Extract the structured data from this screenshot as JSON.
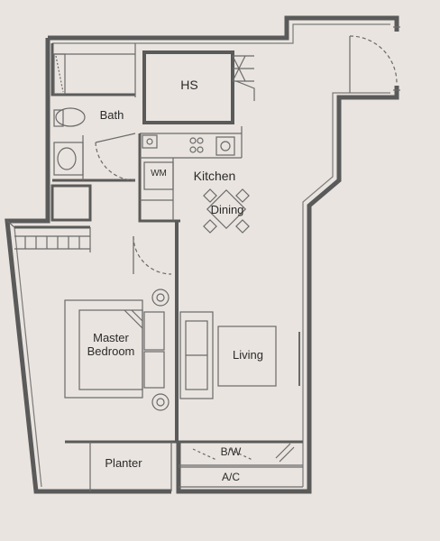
{
  "colors": {
    "background": "#e9e4df",
    "wall": "#5a5a5a",
    "line": "#6a6a6a",
    "fill": "#e9e4df"
  },
  "rooms": {
    "hs": "HS",
    "bath": "Bath",
    "wm": "WM",
    "kitchen": "Kitchen",
    "dining": "Dining",
    "master_line1": "Master",
    "master_line2": "Bedroom",
    "living": "Living",
    "bw": "B/W",
    "planter": "Planter",
    "ac": "A/C"
  }
}
